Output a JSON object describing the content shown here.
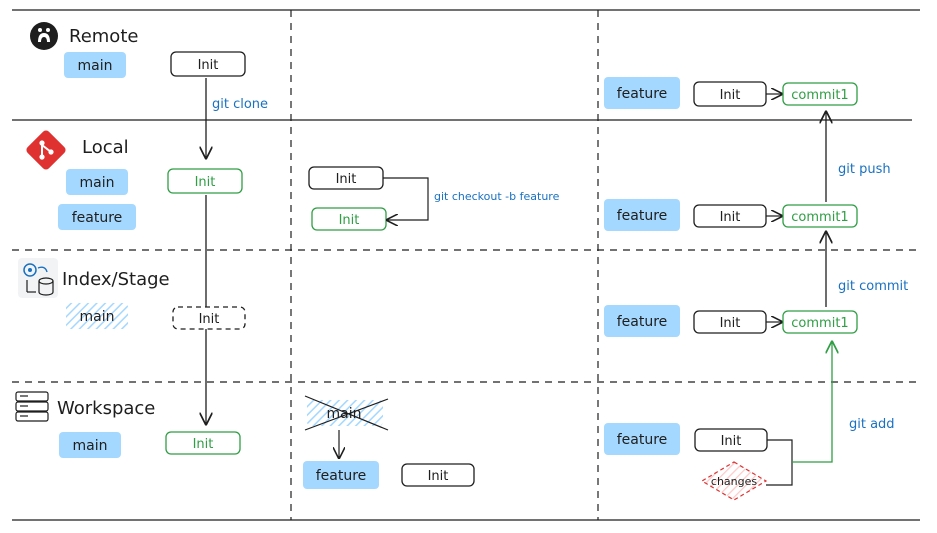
{
  "lanes": {
    "remote": "Remote",
    "local": "Local",
    "index": "Index/Stage",
    "workspace": "Workspace"
  },
  "branches": {
    "main": "main",
    "feature": "feature"
  },
  "boxes": {
    "init": "Init",
    "commit1": "commit1",
    "changes": "changes"
  },
  "commands": {
    "clone": "git clone",
    "checkout": "git checkout -b feature",
    "push": "git push",
    "commit": "git commit",
    "add": "git add"
  },
  "icons": {
    "remote": "github-icon",
    "local": "git-icon",
    "index": "stage-icon",
    "workspace": "server-icon"
  },
  "colors": {
    "chip": "#a5d8ff",
    "green": "#2f9e44",
    "blue": "#1971c2",
    "red": "#e03131",
    "ink": "#1e1e1e"
  }
}
